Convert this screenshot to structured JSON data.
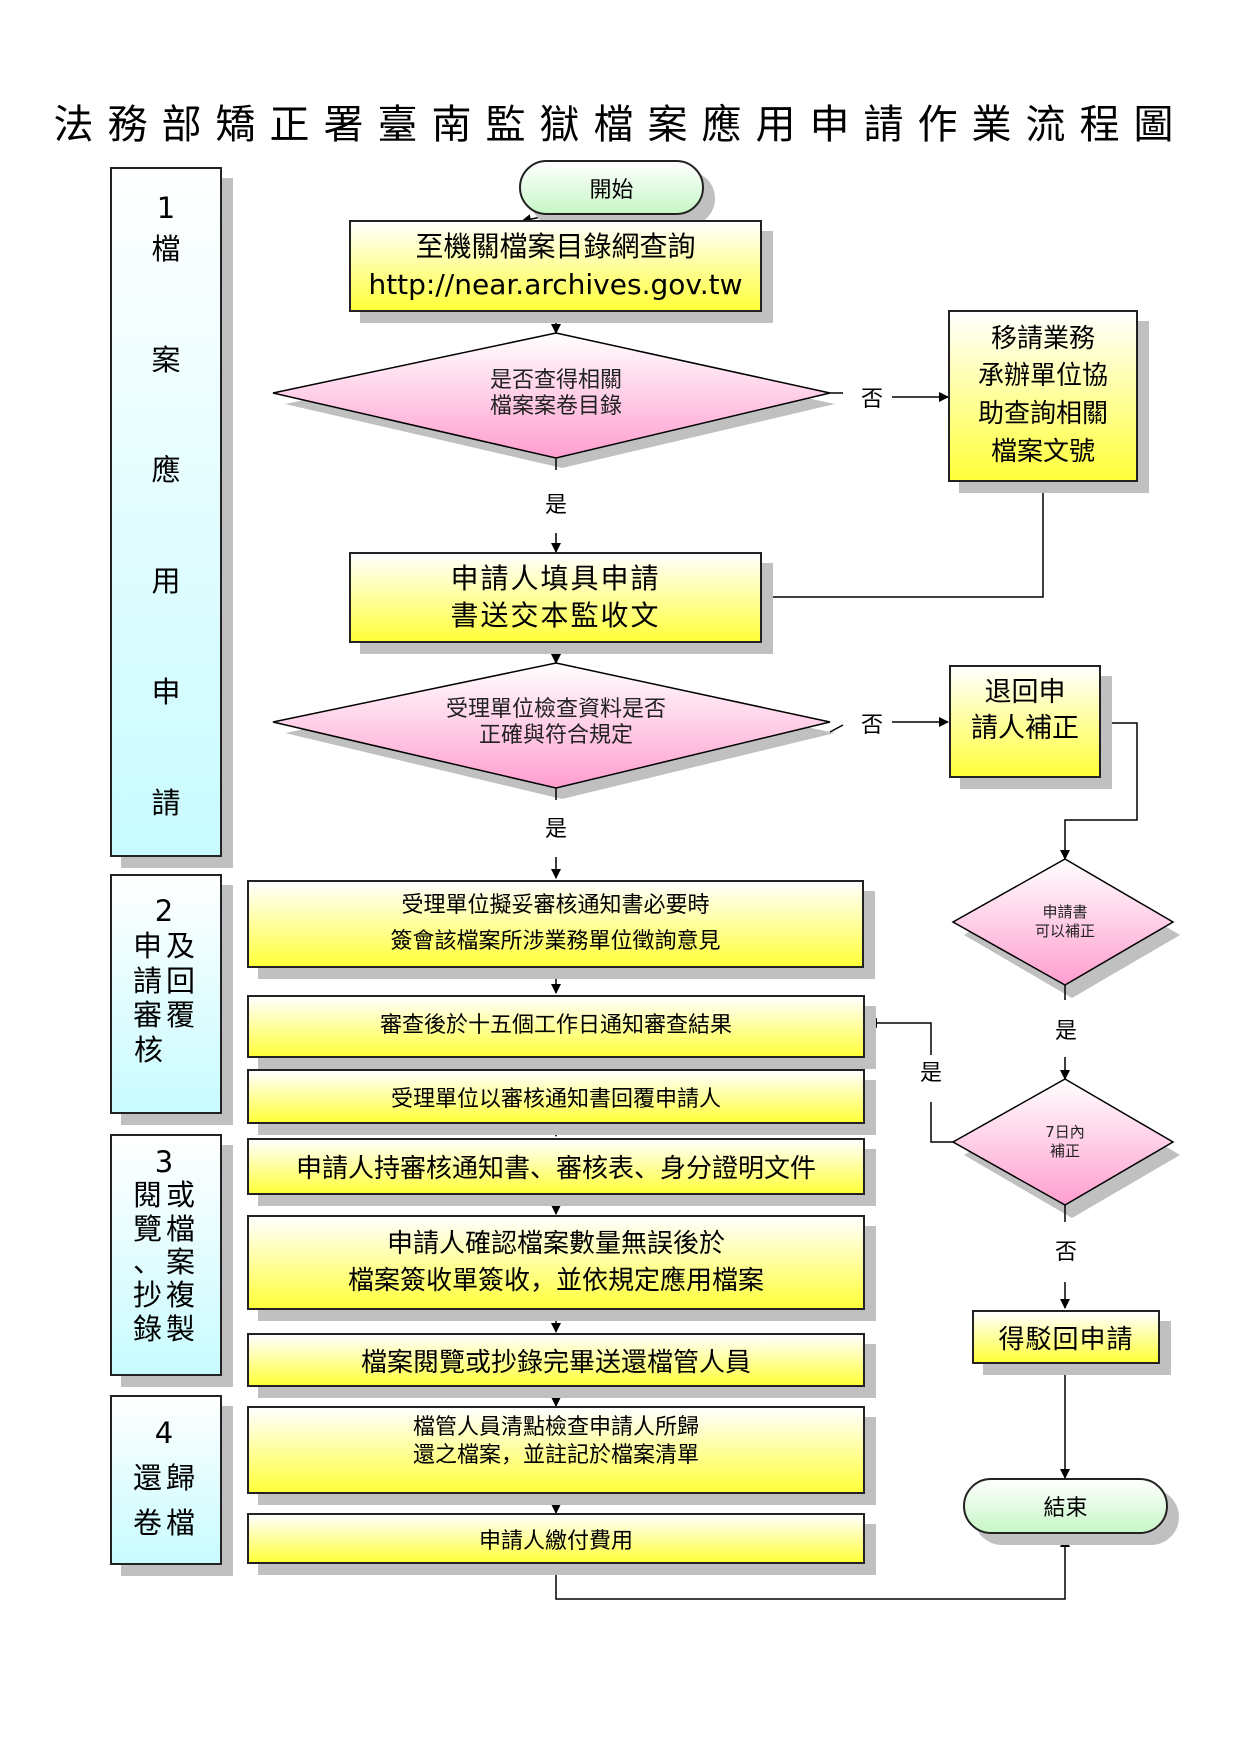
{
  "title": "法務部矯正署臺南監獄檔案應用申請作業流程圖",
  "phases": [
    {
      "number": "1",
      "label_chars": [
        "檔",
        "案",
        "應",
        "用",
        "申",
        "請"
      ]
    },
    {
      "number": "2",
      "label_rows": [
        "申及",
        "請回",
        "審覆",
        "核"
      ]
    },
    {
      "number": "3",
      "label_rows": [
        "閱或",
        "覽檔",
        "、案",
        "抄複",
        "錄製"
      ]
    },
    {
      "number": "4",
      "label_rows": [
        "還歸",
        "卷檔"
      ]
    }
  ],
  "nodes": {
    "start": "開始",
    "query_catalog": [
      "至機關檔案目錄網查詢",
      "http://near.archives.gov.tw"
    ],
    "decision_found": [
      "是否查得相關",
      "檔案案卷目錄"
    ],
    "refer_unit": [
      "移請業務",
      "承辦單位協",
      "助查詢相關",
      "檔案文號"
    ],
    "fill_application": [
      "申請人填具申請",
      "書送交本監收文"
    ],
    "decision_valid": [
      "受理單位檢查資料是否",
      "正確與符合規定"
    ],
    "return_applicant": [
      "退回申",
      "請人補正"
    ],
    "decision_correctable": [
      "申請書",
      "可以補正"
    ],
    "draft_notice": [
      "受理單位擬妥審核通知書必要時",
      "簽會該檔案所涉業務單位徵詢意見"
    ],
    "review_notify": [
      "審查後於十五個工作日通知審查結果"
    ],
    "reply_notice": [
      "受理單位以審核通知書回覆申請人"
    ],
    "decision_7days": [
      "7日內",
      "補正"
    ],
    "bring_documents": [
      "申請人持審核通知書、審核表、身分證明文件"
    ],
    "confirm_files": [
      "申請人確認檔案數量無誤後於",
      "檔案簽收單簽收，並依規定應用檔案"
    ],
    "return_files": [
      "檔案閱覽或抄錄完畢送還檔管人員"
    ],
    "check_returned": [
      "檔管人員清點檢查申請人所歸",
      "還之檔案，並註記於檔案清單"
    ],
    "pay_fee": [
      "申請人繳付費用"
    ],
    "reject": [
      "得駁回申請"
    ],
    "end": "結束"
  },
  "edge_labels": {
    "found_no": "否",
    "found_yes": "是",
    "valid_no": "否",
    "valid_yes": "是",
    "correctable_yes": "是",
    "within7_yes": "是",
    "within7_no": "否"
  },
  "colors": {
    "process_fill": "#ffff3a",
    "decision_fill": "#ff9ecf",
    "terminal_fill": "#c7f7c7",
    "phase_fill": "#c8fbff",
    "shadow": "#c0c0c0"
  }
}
